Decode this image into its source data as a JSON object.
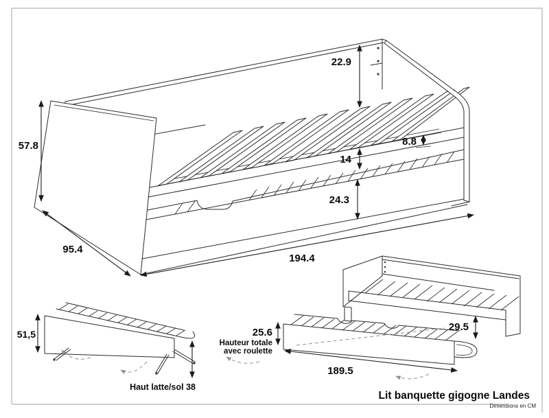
{
  "drawing": {
    "title": "Lit banquette gigogne Landes",
    "units_note": "Dimensions en CM"
  },
  "main_bed": {
    "backrest_to_slats": "22.9",
    "total_height": "57.8",
    "rail_height": "8.8",
    "slats_to_trundle_gap": "14",
    "trundle_front_height": "24.3",
    "depth": "95.4",
    "length": "194.4"
  },
  "trundle_raised_view": {
    "total_height": "51,5",
    "slat_floor_note": "Haut latte/sol 38"
  },
  "trundle_extended_view": {
    "height_with_casters": "25.6",
    "height_note_line1": "Hauteur totale",
    "height_note_line2": "avec roulette",
    "length": "189.5",
    "under_bed_clearance": "29.5"
  },
  "colors": {
    "ink": "#2a2a2a",
    "border": "#b2b2ba"
  }
}
